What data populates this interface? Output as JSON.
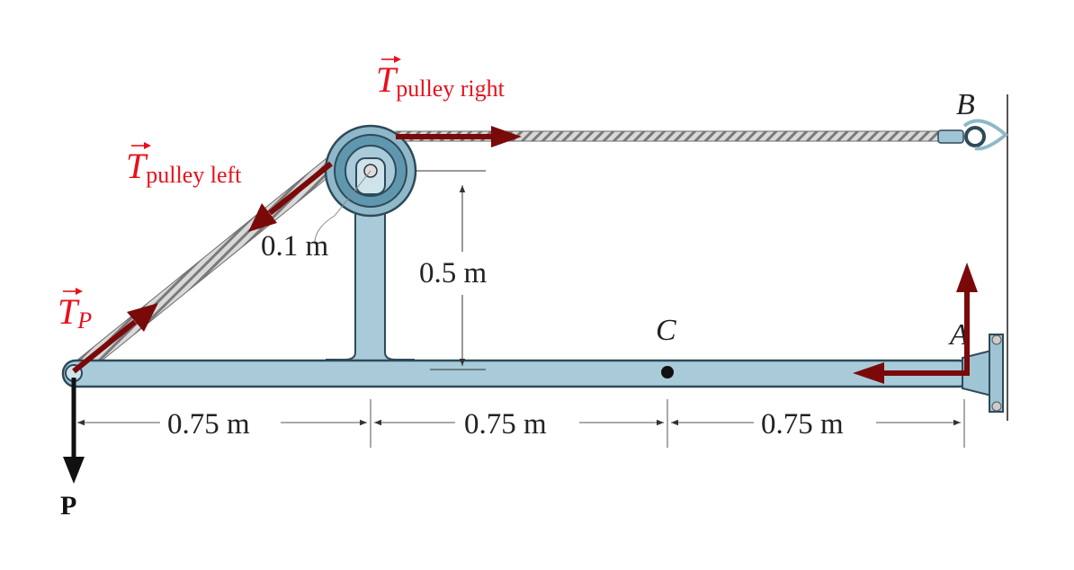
{
  "labels": {
    "B": "B",
    "C": "C",
    "A": "A",
    "P": "P",
    "dim_pulley_radius": "0.1 m",
    "dim_height": "0.5 m",
    "dim_span_1": "0.75 m",
    "dim_span_2": "0.75 m",
    "dim_span_3": "0.75 m"
  },
  "forces": {
    "pulley_right": {
      "symbol": "T",
      "subscript": "pulley right"
    },
    "pulley_left": {
      "symbol": "T",
      "subscript": "pulley left"
    },
    "tp": {
      "symbol": "T",
      "subscript": "P"
    }
  },
  "colors": {
    "beam": "#a9cbd9",
    "beam_outline": "#2e4a59",
    "force_arrow": "#7a0a0a",
    "force_text": "#e8101a",
    "wall": "#555555",
    "dimension": "#333333",
    "load_arrow": "#111111"
  }
}
